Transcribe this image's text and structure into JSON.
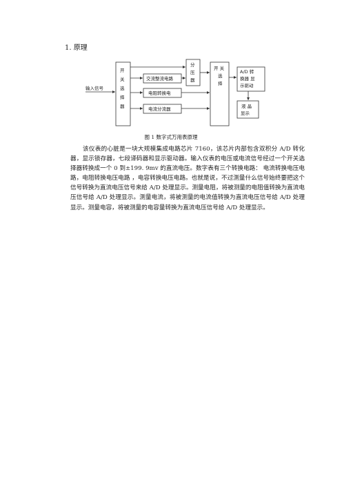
{
  "heading": "1. 原理",
  "diagram": {
    "input_label": "输入信号",
    "switch1": [
      "开",
      "关",
      "选",
      "择",
      "器"
    ],
    "ac": "交流整流电路",
    "res": "电阻转换电",
    "cur": "电流分流器",
    "div": [
      "分",
      "压",
      "器"
    ],
    "switch2": [
      "开 关",
      "选",
      "择"
    ],
    "ad": [
      "A/D 转",
      "换器 显",
      "示驱动"
    ],
    "lcd": [
      "液 晶",
      "显示"
    ]
  },
  "caption": "图 1 数字式万用表原理",
  "paragraph": "该仪表的心脏是一块大规模集成电路芯片 7160，该芯片内部包含双积分 A/D 转化器，显示锁存器，七段译码器和显示驱动器。输入仪表的电压或电流信号经过一个开关选择器转换成一个 0 到±199. 9mv 的直流电压。数字表有三个转换电路： 电流转换电压电路，电阻转换电压电路 ，电容转换电压电路。也就是说，不过测量什么信号始终要把这个信号转换为直流电压信号来给 A/D 处理显示。测量电阻，将被测量的电阻值转换为直流电压信号给 A/D 处理显示。测量电流，将被测量的电流值转换为直流电压信号给 A/D 处理显示。测量电容，将被测量的电容量转换为直流电压信号给 A/D 处理显示。"
}
